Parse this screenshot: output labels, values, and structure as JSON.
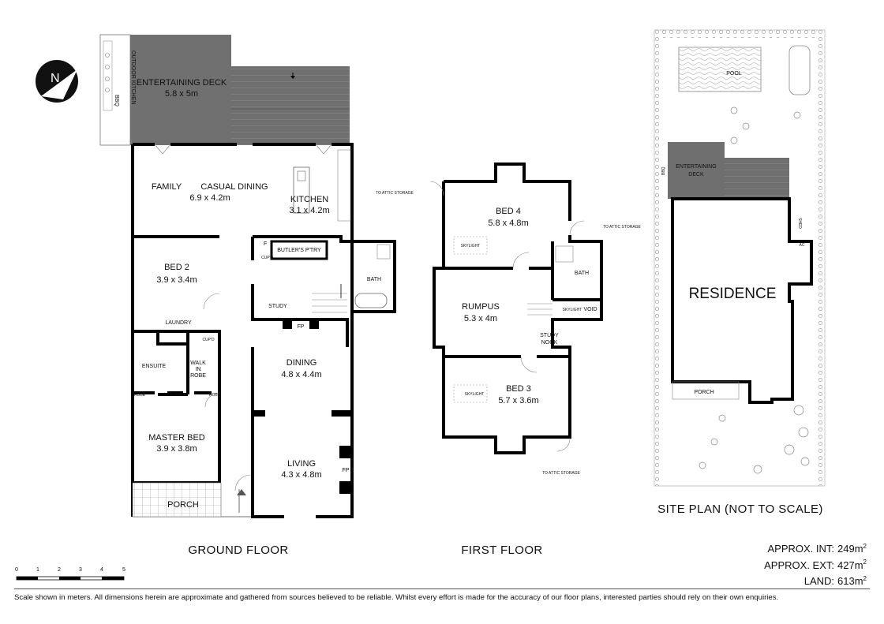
{
  "compass": {
    "label": "N"
  },
  "ground_floor": {
    "title": "GROUND FLOOR",
    "rooms": {
      "entertaining_deck": "ENTERTAINING DECK",
      "entertaining_deck_dim": "5.8 x 5m",
      "outdoor_kitchen": "OUTDOOR KITCHEN",
      "bbq": "BBQ",
      "family": "FAMILY",
      "casual_dining": "CASUAL DINING",
      "casual_dining_dim": "6.9 x 4.2m",
      "kitchen": "KITCHEN",
      "kitchen_dim": "3.1 x 4.2m",
      "fridge": "F",
      "cupd": "CUP'D",
      "butlers": "BUTLER'S P'TRY",
      "bed2": "BED 2",
      "bed2_dim": "3.9 x 3.4m",
      "bath": "BATH",
      "study": "STUDY",
      "fp": "FP",
      "laundry": "LAUNDRY",
      "cupd2": "CUP'D",
      "ensuite": "ENSUITE",
      "walk_in_robe": [
        "WALK",
        "IN",
        "ROBE"
      ],
      "robe": "ROBE",
      "dining": "DINING",
      "dining_dim": "4.8 x 4.4m",
      "master_bed": "MASTER BED",
      "master_bed_dim": "3.9 x 3.8m",
      "living": "LIVING",
      "living_dim": "4.3 x 4.8m",
      "fp2": "FP",
      "porch": "PORCH"
    }
  },
  "first_floor": {
    "title": "FIRST FLOOR",
    "rooms": {
      "to_attic_storage": "TO ATTIC STORAGE",
      "bed4": "BED 4",
      "bed4_dim": "5.8 x 4.8m",
      "skylight": "SKYLIGHT",
      "bath": "BATH",
      "rumpus": "RUMPUS",
      "rumpus_dim": "5.3 x 4m",
      "void": "VOID",
      "study_nook": [
        "STUDY",
        "NOOK"
      ],
      "bed3": "BED 3",
      "bed3_dim": "5.7 x 3.6m"
    }
  },
  "site_plan": {
    "title": "SITE PLAN (NOT TO SCALE)",
    "pool": "POOL",
    "entertaining_deck": [
      "ENTERTAINING",
      "DECK"
    ],
    "bbq": "BBQ",
    "shed": "SHED",
    "ac": "AC",
    "residence": "RESIDENCE",
    "porch": "PORCH"
  },
  "scale_bar": {
    "ticks": [
      "0",
      "1",
      "2",
      "3",
      "4",
      "5"
    ]
  },
  "areas": [
    {
      "label": "APPROX. INT:",
      "value": "249m",
      "unit_sup": "2"
    },
    {
      "label": "APPROX. EXT:",
      "value": "427m",
      "unit_sup": "2"
    },
    {
      "label": "LAND:",
      "value": "613m",
      "unit_sup": "2"
    }
  ],
  "disclaimer": "Scale shown in meters. All dimensions herein are approximate and gathered from sources believed to be  reliable. Whilst every effort is made for the accuracy of our floor plans, interested parties should rely on their own enquiries."
}
